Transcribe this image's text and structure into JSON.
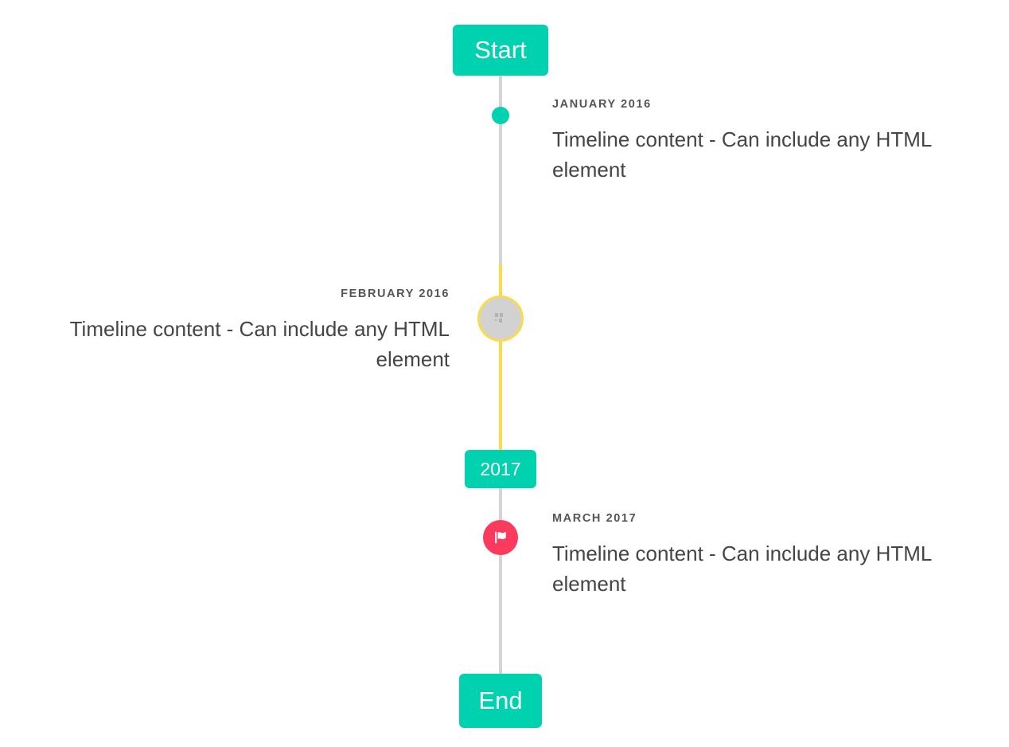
{
  "timeline": {
    "start_cap": {
      "label": "Start"
    },
    "end_cap": {
      "label": "End"
    },
    "year_cap": {
      "label": "2017"
    },
    "events": [
      {
        "label": "JANUARY 2016",
        "body": "Timeline content - Can include any HTML element",
        "side": "right",
        "marker": "teal-dot-icon"
      },
      {
        "label": "FEBRUARY 2016",
        "body": "Timeline content - Can include any HTML element",
        "side": "left",
        "marker": "broken-image-icon"
      },
      {
        "label": "MARCH 2017",
        "body": "Timeline content - Can include any HTML element",
        "side": "right",
        "marker": "flag-icon"
      }
    ]
  },
  "colors": {
    "accent_teal": "#00d2b0",
    "rail_gray": "#d4d4d4",
    "rail_yellow": "#fada4f",
    "marker_pink": "#fc3a5d",
    "marker_gray": "#d2d2d2",
    "label_text": "#555555",
    "body_text": "#454545",
    "background": "#ffffff"
  }
}
